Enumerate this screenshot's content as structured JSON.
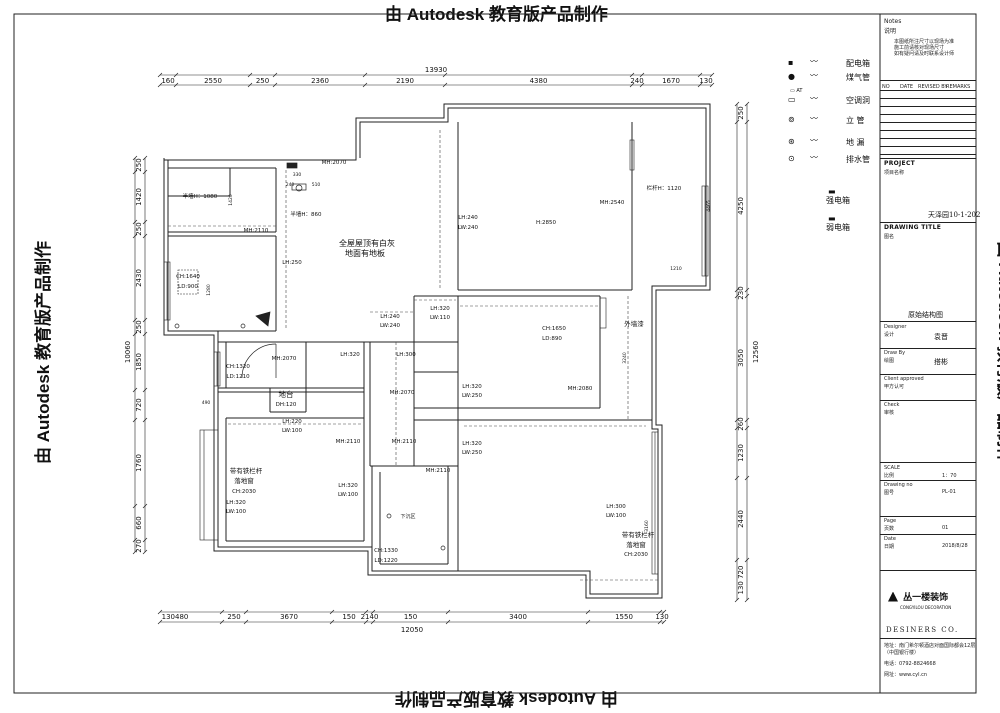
{
  "watermark": "由 Autodesk 教育版产品制作",
  "plan": {
    "top_total": "13930",
    "top_dims": [
      "160",
      "2550",
      "250",
      "2360",
      "2190",
      "4380",
      "240",
      "1670",
      "130"
    ],
    "bottom_total": "12050",
    "bottom_dims": [
      "130480",
      "250",
      "3670",
      "150",
      "2140",
      "150",
      "3400",
      "1550",
      "130"
    ],
    "left_total": "10060",
    "left_dims": [
      "250",
      "1420",
      "250",
      "2430",
      "250",
      "1850",
      "720",
      "1760",
      "660",
      "270"
    ],
    "right_total": "12560",
    "right_dims": [
      "250",
      "4250",
      "230",
      "3050",
      "260",
      "1230",
      "2440",
      "130 720"
    ],
    "rooms": [
      {
        "key": "half_wall_1",
        "text": "半墙H：1080"
      },
      {
        "key": "mh2070_top",
        "text": "MH:2070"
      },
      {
        "key": "d330",
        "text": "330"
      },
      {
        "key": "d510",
        "text": "510"
      },
      {
        "key": "d240",
        "text": "240"
      },
      {
        "key": "half_wall_2",
        "text": "半墙H：860"
      },
      {
        "key": "d1420",
        "text": "1420"
      },
      {
        "key": "mh2110_a",
        "text": "MH:2110"
      },
      {
        "key": "lh250",
        "text": "LH:250"
      },
      {
        "key": "ceiling_note_1",
        "text": "全屋屋顶有白灰"
      },
      {
        "key": "ceiling_note_2",
        "text": "地面有地板"
      },
      {
        "key": "ch1640",
        "text": "CH:1640"
      },
      {
        "key": "ld900",
        "text": "LD:900"
      },
      {
        "key": "d1280",
        "text": "1280"
      },
      {
        "key": "lh240a",
        "text": "LH:240"
      },
      {
        "key": "lw240a",
        "text": "LW:240"
      },
      {
        "key": "h2850",
        "text": "H:2850"
      },
      {
        "key": "mh2540",
        "text": "MH:2540"
      },
      {
        "key": "rail1120",
        "text": "栏杆H：1120"
      },
      {
        "key": "d4465",
        "text": "4465"
      },
      {
        "key": "d1210",
        "text": "1210"
      },
      {
        "key": "lh240b",
        "text": "LH:240"
      },
      {
        "key": "lw240b",
        "text": "LW:240"
      },
      {
        "key": "lh320a",
        "text": "LH:320"
      },
      {
        "key": "lw110",
        "text": "LW:110"
      },
      {
        "key": "ch1650",
        "text": "CH:1650"
      },
      {
        "key": "ld890",
        "text": "LD:890"
      },
      {
        "key": "ext_wall",
        "text": "外墙漆"
      },
      {
        "key": "d3240",
        "text": "3240"
      },
      {
        "key": "mh2070_b",
        "text": "MH:2070"
      },
      {
        "key": "lh320b",
        "text": "LH:320"
      },
      {
        "key": "lh300",
        "text": "LH:300"
      },
      {
        "key": "ch1320",
        "text": "CH:1320"
      },
      {
        "key": "ld1210",
        "text": "LD:1210"
      },
      {
        "key": "platform",
        "text": "地台"
      },
      {
        "key": "dh120",
        "text": "DH:120"
      },
      {
        "key": "mh2070_c",
        "text": "MH:2070"
      },
      {
        "key": "lh320c",
        "text": "LH:320"
      },
      {
        "key": "lw250a",
        "text": "LW:250"
      },
      {
        "key": "mh2080",
        "text": "MH:2080"
      },
      {
        "key": "d490",
        "text": "490"
      },
      {
        "key": "lh220",
        "text": "LH:220"
      },
      {
        "key": "lw100a",
        "text": "LW:100"
      },
      {
        "key": "mh2110_b",
        "text": "MH:2110"
      },
      {
        "key": "mh2110_c",
        "text": "MH:2110"
      },
      {
        "key": "lh320d",
        "text": "LH:320"
      },
      {
        "key": "lw250b",
        "text": "LW:250"
      },
      {
        "key": "win_l1",
        "text": "带有铁栏杆"
      },
      {
        "key": "win_l2",
        "text": "落地窗"
      },
      {
        "key": "win_l3",
        "text": "CH:2030"
      },
      {
        "key": "lh320e",
        "text": "LH:320"
      },
      {
        "key": "lw100b",
        "text": "LW:100"
      },
      {
        "key": "mh2110_d",
        "text": "MH:2110"
      },
      {
        "key": "lh320f",
        "text": "LH:320"
      },
      {
        "key": "lw100c",
        "text": "LW:100"
      },
      {
        "key": "sunken",
        "text": "下沉区"
      },
      {
        "key": "lh300b",
        "text": "LH:300"
      },
      {
        "key": "lw100d",
        "text": "LW:100"
      },
      {
        "key": "win_r1",
        "text": "带有铁栏杆"
      },
      {
        "key": "win_r2",
        "text": "落地窗"
      },
      {
        "key": "win_r3",
        "text": "CH:2030"
      },
      {
        "key": "d3160",
        "text": "3160"
      },
      {
        "key": "ch1330",
        "text": "CH:1330"
      },
      {
        "key": "ld1220",
        "text": "LD:1220"
      }
    ]
  },
  "legend": [
    {
      "icon": "distribution-box-icon",
      "label": "配电箱"
    },
    {
      "icon": "gas-pipe-icon",
      "label": "煤气管"
    },
    {
      "icon": "ac-hole-icon",
      "label": "空调洞"
    },
    {
      "icon": "riser-icon",
      "label": "立 管"
    },
    {
      "icon": "floor-drain-icon",
      "label": "地 漏"
    },
    {
      "icon": "drain-pipe-icon",
      "label": "排水管"
    }
  ],
  "legend_ref": "AT",
  "legend_boxes": [
    {
      "icon": "strong-power-box-icon",
      "label": "强电箱"
    },
    {
      "icon": "weak-power-box-icon",
      "label": "弱电箱"
    }
  ],
  "title_block": {
    "notes_en": "Notes",
    "notes_cn": "说明",
    "note_lines": [
      "本图纸所注尺寸以现场为准",
      "施工前请核对现场尺寸",
      "如有疑问请及时联系设计师"
    ],
    "table_heads": [
      "NO",
      "DATE",
      "REVISED BY",
      "REMARKS"
    ],
    "project_en": "PROJECT",
    "project_cn": "项目名称",
    "project_name": "天泽园10-1-202",
    "drawing_title_en": "DRAWING TITLE",
    "drawing_title_cn": "图名",
    "drawing_name": "原始结构图",
    "designer_en": "Designer",
    "designer_cn": "设计",
    "designer_name": "袁晋",
    "drawn_en": "Draw By",
    "drawn_cn": "绘图",
    "drawn_name": "搭彬",
    "client_en": "Client approved",
    "client_cn": "甲方认可",
    "check_en": "Check",
    "check_cn": "审核",
    "scale_en": "SCALE",
    "scale_cn": "比例",
    "scale_val": "1：70",
    "drawing_no_en": "Drawing no",
    "drawing_no_cn": "图号",
    "drawing_no_val": "PL-01",
    "page_en": "Page",
    "page_cn": "页数",
    "page_val": "01",
    "date_en": "Date",
    "date_cn": "日期",
    "date_val": "2018/8/28",
    "company_cn": "丛一楼装饰",
    "company_en": "CONGYILOU DECORATION",
    "designers": "DESINERS CO.",
    "addr": "地址：南门希尔顿酒店对面国际都会12层",
    "addr2": "（中国银行楼）",
    "tel": "电话：0792-8824668",
    "web": "网址：www.cyl.cn"
  }
}
